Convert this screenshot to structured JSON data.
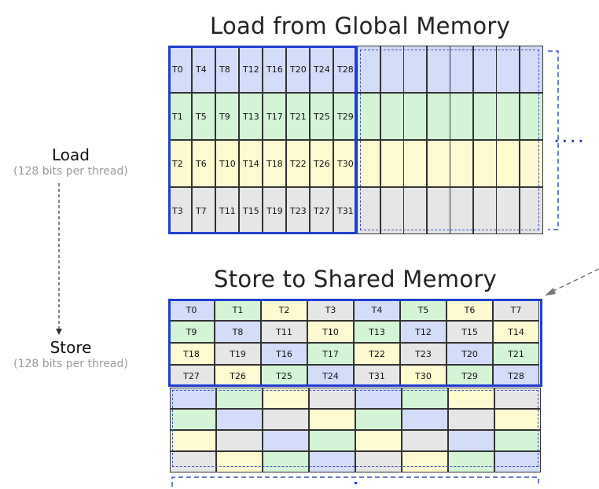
{
  "load_section": {
    "title": "Load from Global Memory",
    "rows": [
      [
        "T0",
        "T4",
        "T8",
        "T12",
        "T16",
        "T20",
        "T24",
        "T28"
      ],
      [
        "T1",
        "T5",
        "T9",
        "T13",
        "T17",
        "T21",
        "T25",
        "T29"
      ],
      [
        "T2",
        "T6",
        "T10",
        "T14",
        "T18",
        "T22",
        "T26",
        "T30"
      ],
      [
        "T3",
        "T7",
        "T11",
        "T15",
        "T19",
        "T23",
        "T27",
        "T31"
      ]
    ],
    "row_colors": [
      "#d3dcf8",
      "#d3f5d6",
      "#fdfad0",
      "#e6e6e6"
    ],
    "ellipsis": "...."
  },
  "store_section": {
    "title": "Store to Shared Memory",
    "rows": [
      [
        "T0",
        "T1",
        "T2",
        "T3",
        "T4",
        "T5",
        "T6",
        "T7"
      ],
      [
        "T9",
        "T8",
        "T11",
        "T10",
        "T13",
        "T12",
        "T15",
        "T14"
      ],
      [
        "T18",
        "T19",
        "T16",
        "T17",
        "T22",
        "T23",
        "T20",
        "T21"
      ],
      [
        "T27",
        "T26",
        "T25",
        "T24",
        "T31",
        "T30",
        "T29",
        "T28"
      ]
    ],
    "row_color_keys": [
      [
        0,
        1,
        2,
        3,
        0,
        1,
        2,
        3
      ],
      [
        1,
        0,
        3,
        2,
        1,
        0,
        3,
        2
      ],
      [
        2,
        3,
        0,
        1,
        2,
        3,
        0,
        1
      ],
      [
        3,
        2,
        1,
        0,
        3,
        2,
        1,
        0
      ]
    ],
    "lower_color_keys": [
      [
        0,
        1,
        2,
        3,
        0,
        1,
        2,
        3
      ],
      [
        1,
        0,
        3,
        2,
        1,
        0,
        3,
        2
      ],
      [
        2,
        3,
        0,
        1,
        2,
        3,
        0,
        1
      ],
      [
        3,
        2,
        1,
        0,
        3,
        2,
        1,
        0
      ]
    ]
  },
  "left_labels": {
    "load": "Load",
    "load_sub": "(128 bits per thread)",
    "store": "Store",
    "store_sub": "(128 bits per thread)"
  },
  "colors": {
    "blue": "#d3dcf8",
    "green": "#d3f5d6",
    "yellow": "#fdfad0",
    "gray": "#e6e6e6",
    "accent": "#1f3fd0"
  }
}
